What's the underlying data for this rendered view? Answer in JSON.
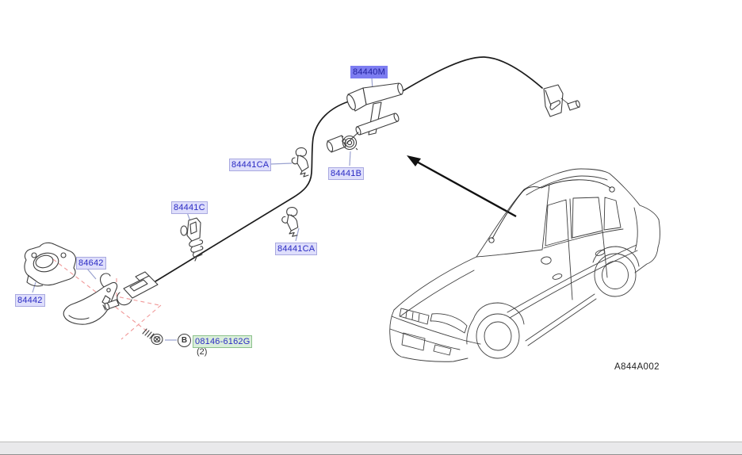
{
  "diagram": {
    "reference_code": "A844A002",
    "selected_part": "84440M",
    "labels": {
      "actuator": {
        "part_no": "84440M"
      },
      "clip_upper": {
        "part_no": "84441CA"
      },
      "grommet": {
        "part_no": "84441B"
      },
      "clamp": {
        "part_no": "84441C"
      },
      "clip_lower": {
        "part_no": "84441CA"
      },
      "handle": {
        "part_no": "84642"
      },
      "bracket": {
        "part_no": "84442"
      },
      "bolt": {
        "marker": "B",
        "part_no": "08146-6162G",
        "quantity": "(2)"
      }
    },
    "colors": {
      "label_background": "#dedefb",
      "label_border": "#a9a9e0",
      "label_text": "#2b2bc4",
      "selected_label_background": "#7d7df1",
      "selected_label_text": "#22229e",
      "bolt_label_background": "#daeeda",
      "bolt_label_border": "#8cc28c",
      "leader_line": "#9aa2d0",
      "assembly_dashed_line": "#f19898",
      "artwork_line": "#3d3d3d",
      "cable_line": "#1c1c1c"
    }
  }
}
